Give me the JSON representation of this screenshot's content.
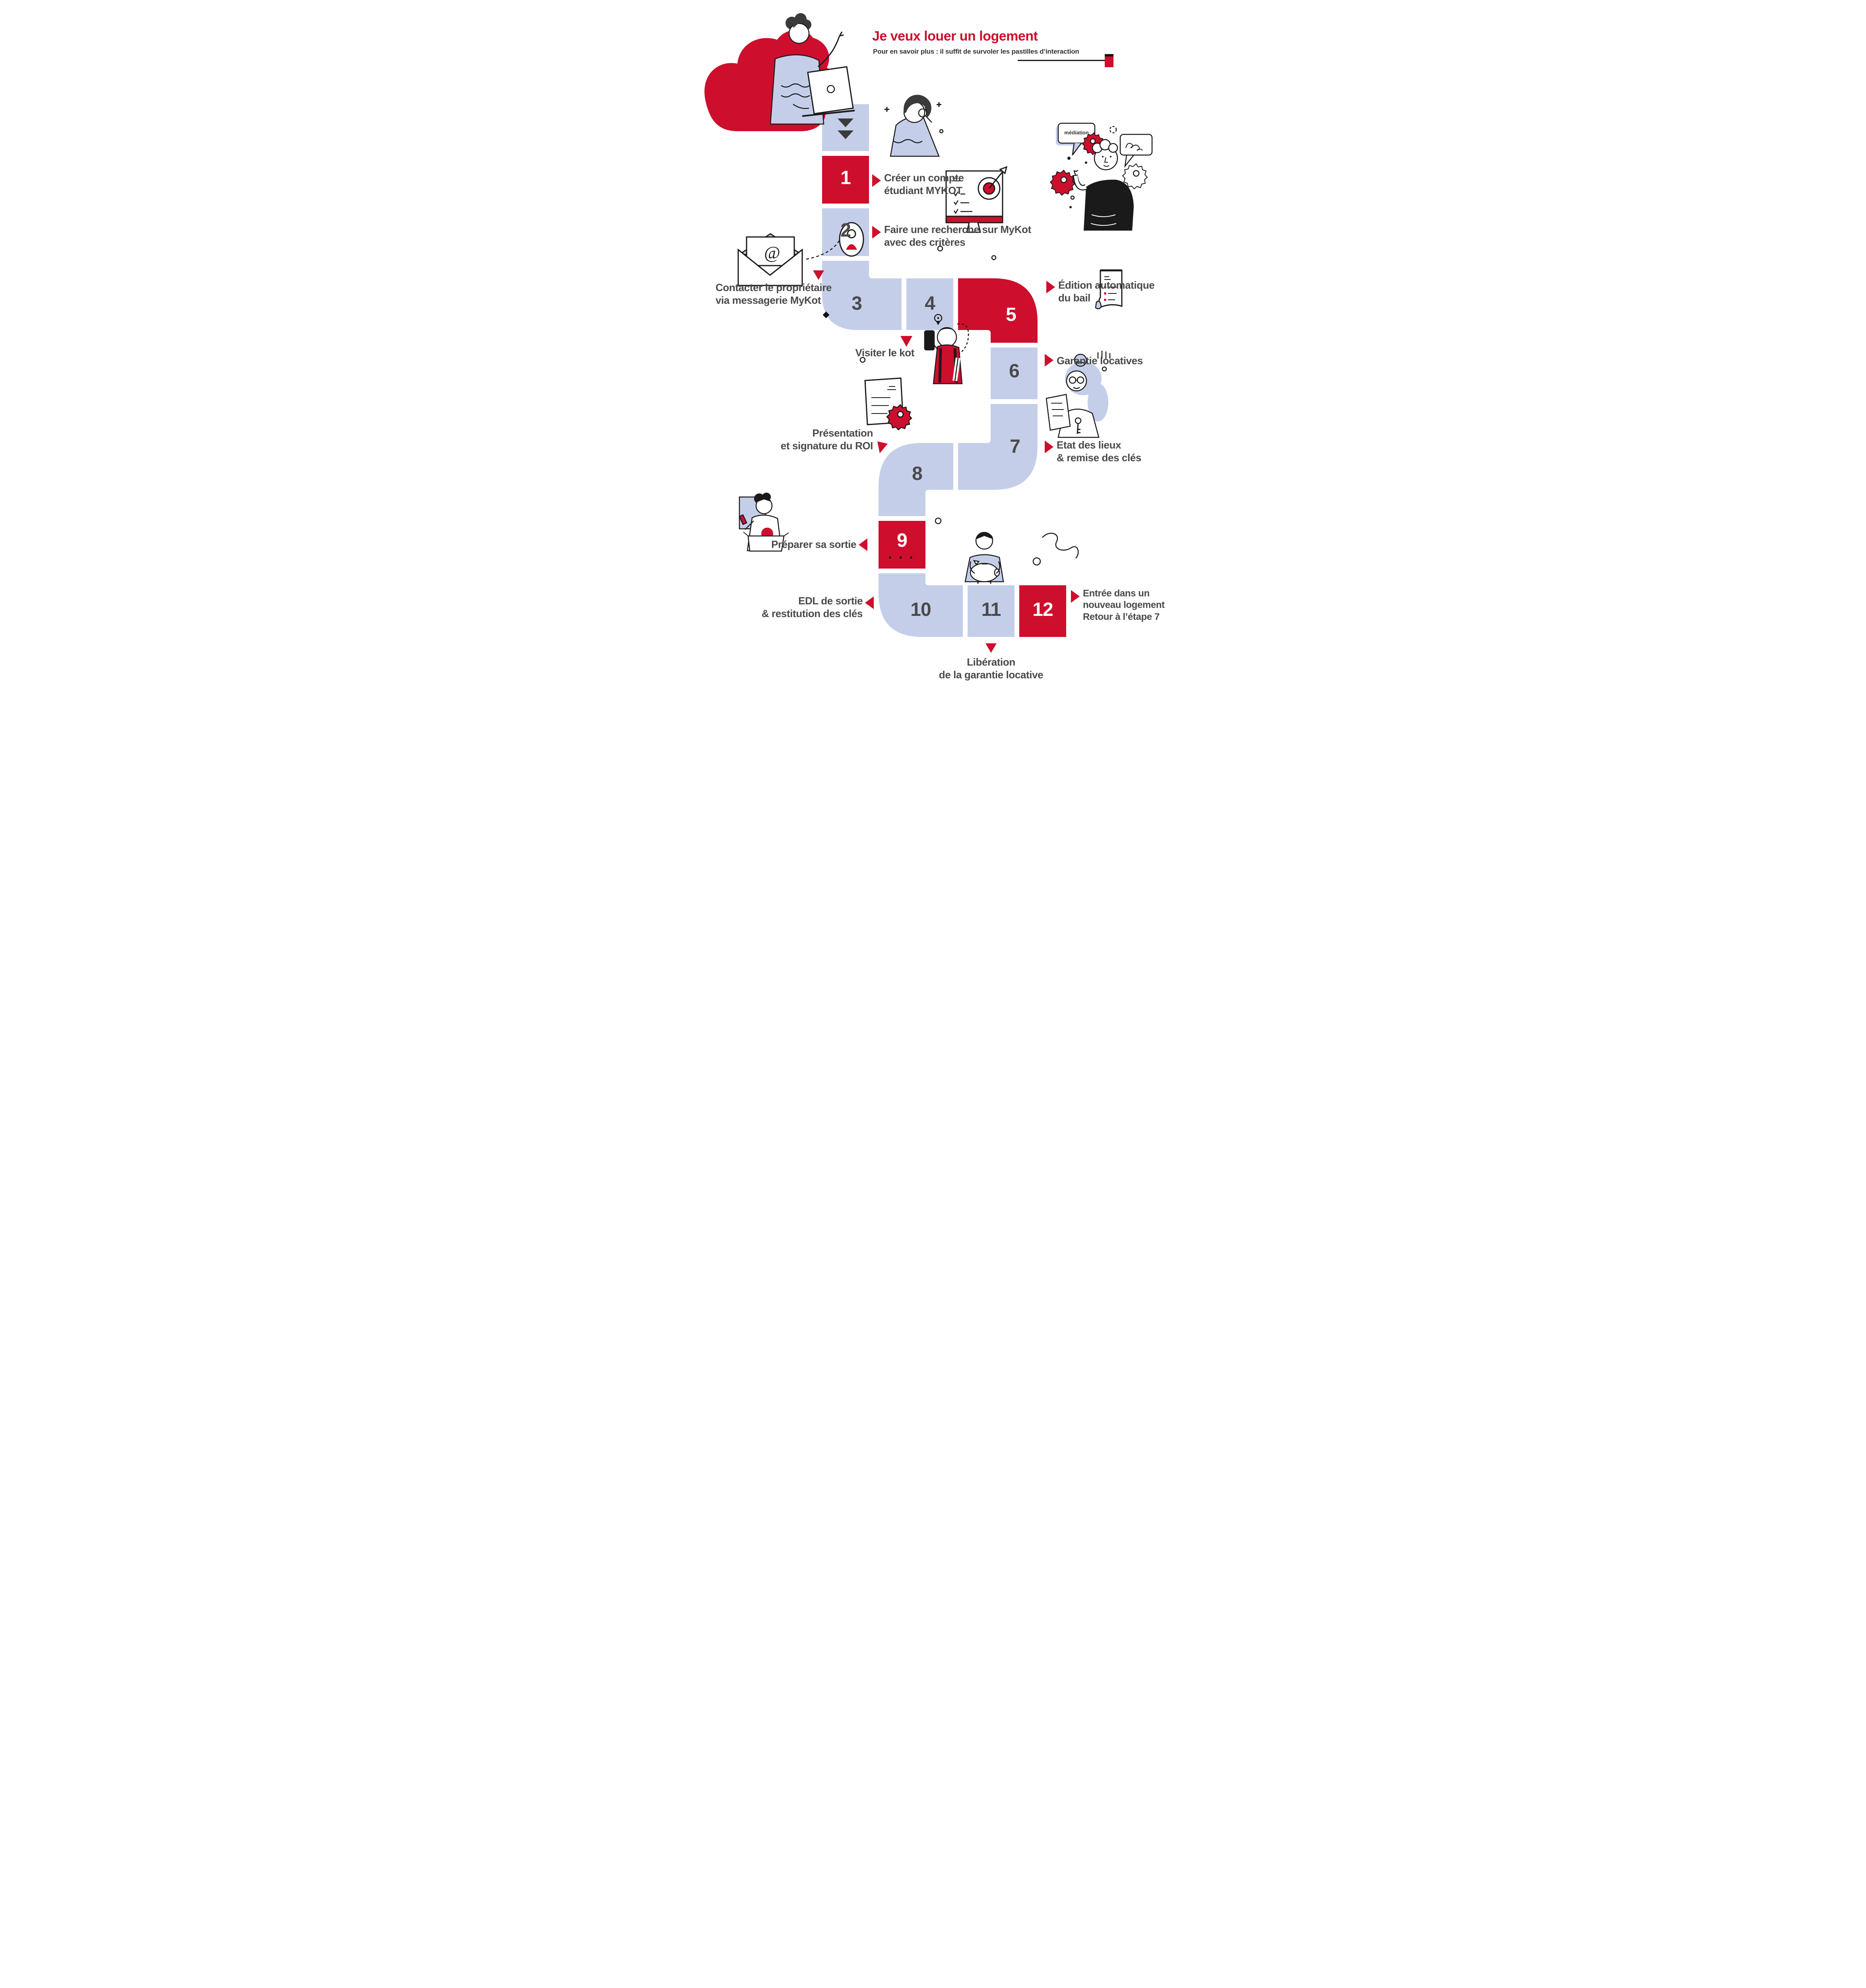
{
  "page": {
    "title": "Je veux louer un logement",
    "subtitle": "Pour en savoir plus : il suffit de survoler les pastilles d’interaction"
  },
  "legend": {
    "marker_icon": "red-square-hover-marker"
  },
  "colors": {
    "red": "#ce0e2d",
    "blue": "#c5cee9",
    "text": "#4a4a4a"
  },
  "steps": [
    {
      "number": "1",
      "variant": "red",
      "lines": [
        "Créer un compte",
        "étudiant MYKOT"
      ]
    },
    {
      "number": "2",
      "variant": "blue",
      "lines": [
        "Faire une recherche sur MyKot",
        "avec des critères"
      ]
    },
    {
      "number": "3",
      "variant": "blue",
      "lines": [
        "Contacter le propriétaire",
        "via messagerie MyKot"
      ]
    },
    {
      "number": "4",
      "variant": "blue",
      "lines": [
        "Visiter le kot"
      ]
    },
    {
      "number": "5",
      "variant": "red",
      "lines": [
        "Édition automatique",
        "du bail"
      ]
    },
    {
      "number": "6",
      "variant": "blue",
      "lines": [
        "Garantie locatives"
      ]
    },
    {
      "number": "7",
      "variant": "blue",
      "lines": [
        "Etat des lieux",
        "& remise des clés"
      ]
    },
    {
      "number": "8",
      "variant": "blue",
      "lines": [
        "Présentation",
        "et signature du ROI"
      ]
    },
    {
      "number": "9",
      "variant": "red",
      "lines": [
        "Préparer sa sortie"
      ],
      "ellipsis": "• • •"
    },
    {
      "number": "10",
      "variant": "blue",
      "lines": [
        "EDL de sortie",
        "& restitution des clés"
      ]
    },
    {
      "number": "11",
      "variant": "blue",
      "lines": [
        "Libération",
        "de la garantie locative"
      ]
    },
    {
      "number": "12",
      "variant": "red",
      "lines": [
        "Entrée dans un",
        "nouveau logement",
        "Retour à l’étape 7"
      ]
    }
  ],
  "annotations": {
    "mediation_bubble": "médiation"
  },
  "icons": [
    "chevrons-down-icon",
    "monitor-target-checklist-icon",
    "envelope-at-icon",
    "owner-avatar-icon",
    "phone-visit-icon",
    "lease-scroll-icon",
    "keys-paper-icon",
    "roi-document-gear-icon",
    "packing-box-icon",
    "piggy-bank-icon",
    "mediation-gears-icon",
    "speech-bubble-icon"
  ]
}
